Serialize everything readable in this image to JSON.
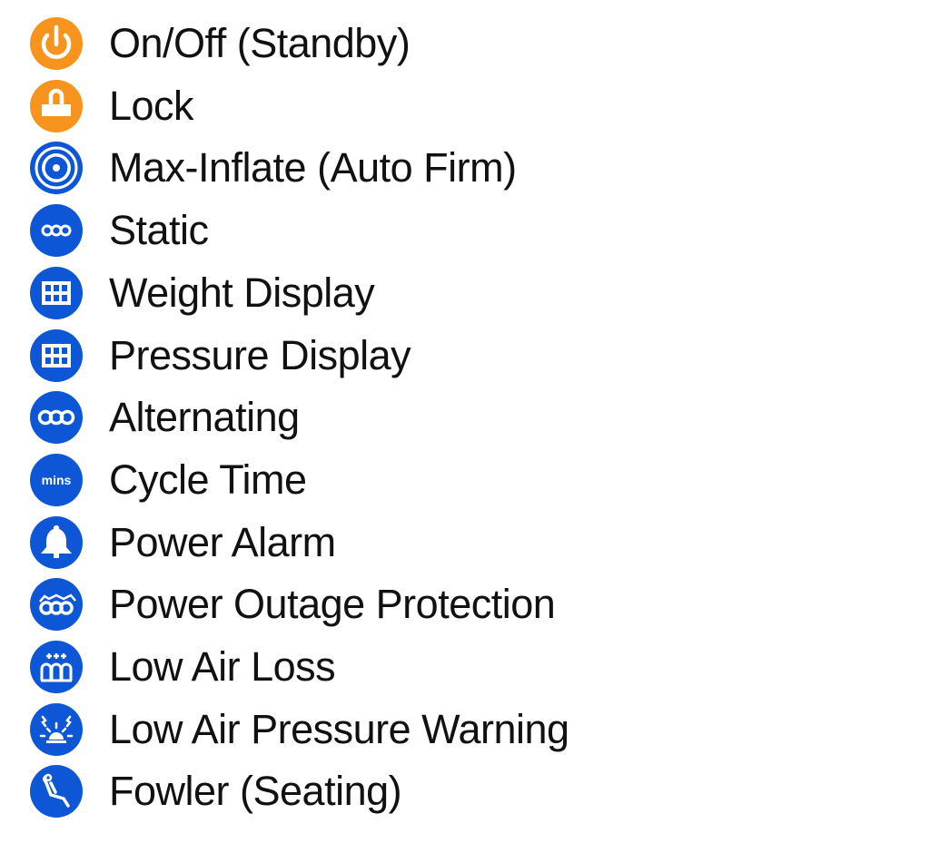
{
  "colors": {
    "orange": "#F7941D",
    "blue": "#0D57D6"
  },
  "items": [
    {
      "label": "On/Off (Standby)",
      "icon": "power-icon",
      "color": "orange"
    },
    {
      "label": "Lock",
      "icon": "lock-icon",
      "color": "orange"
    },
    {
      "label": "Max-Inflate (Auto Firm)",
      "icon": "swirl-icon",
      "color": "blue"
    },
    {
      "label": "Static",
      "icon": "three-circles-icon",
      "color": "blue"
    },
    {
      "label": "Weight Display",
      "icon": "grid-icon",
      "color": "blue"
    },
    {
      "label": "Pressure Display",
      "icon": "grid-icon",
      "color": "blue"
    },
    {
      "label": "Alternating",
      "icon": "three-circles-large-icon",
      "color": "blue"
    },
    {
      "label": "Cycle Time",
      "icon": "mins-icon",
      "color": "blue",
      "icon_text": "mins"
    },
    {
      "label": "Power Alarm",
      "icon": "bell-icon",
      "color": "blue"
    },
    {
      "label": "Power Outage Protection",
      "icon": "cells-protection-icon",
      "color": "blue"
    },
    {
      "label": "Low Air Loss",
      "icon": "air-cells-icon",
      "color": "blue"
    },
    {
      "label": "Low Air Pressure Warning",
      "icon": "warning-light-icon",
      "color": "blue"
    },
    {
      "label": "Fowler (Seating)",
      "icon": "seated-person-icon",
      "color": "blue"
    }
  ]
}
